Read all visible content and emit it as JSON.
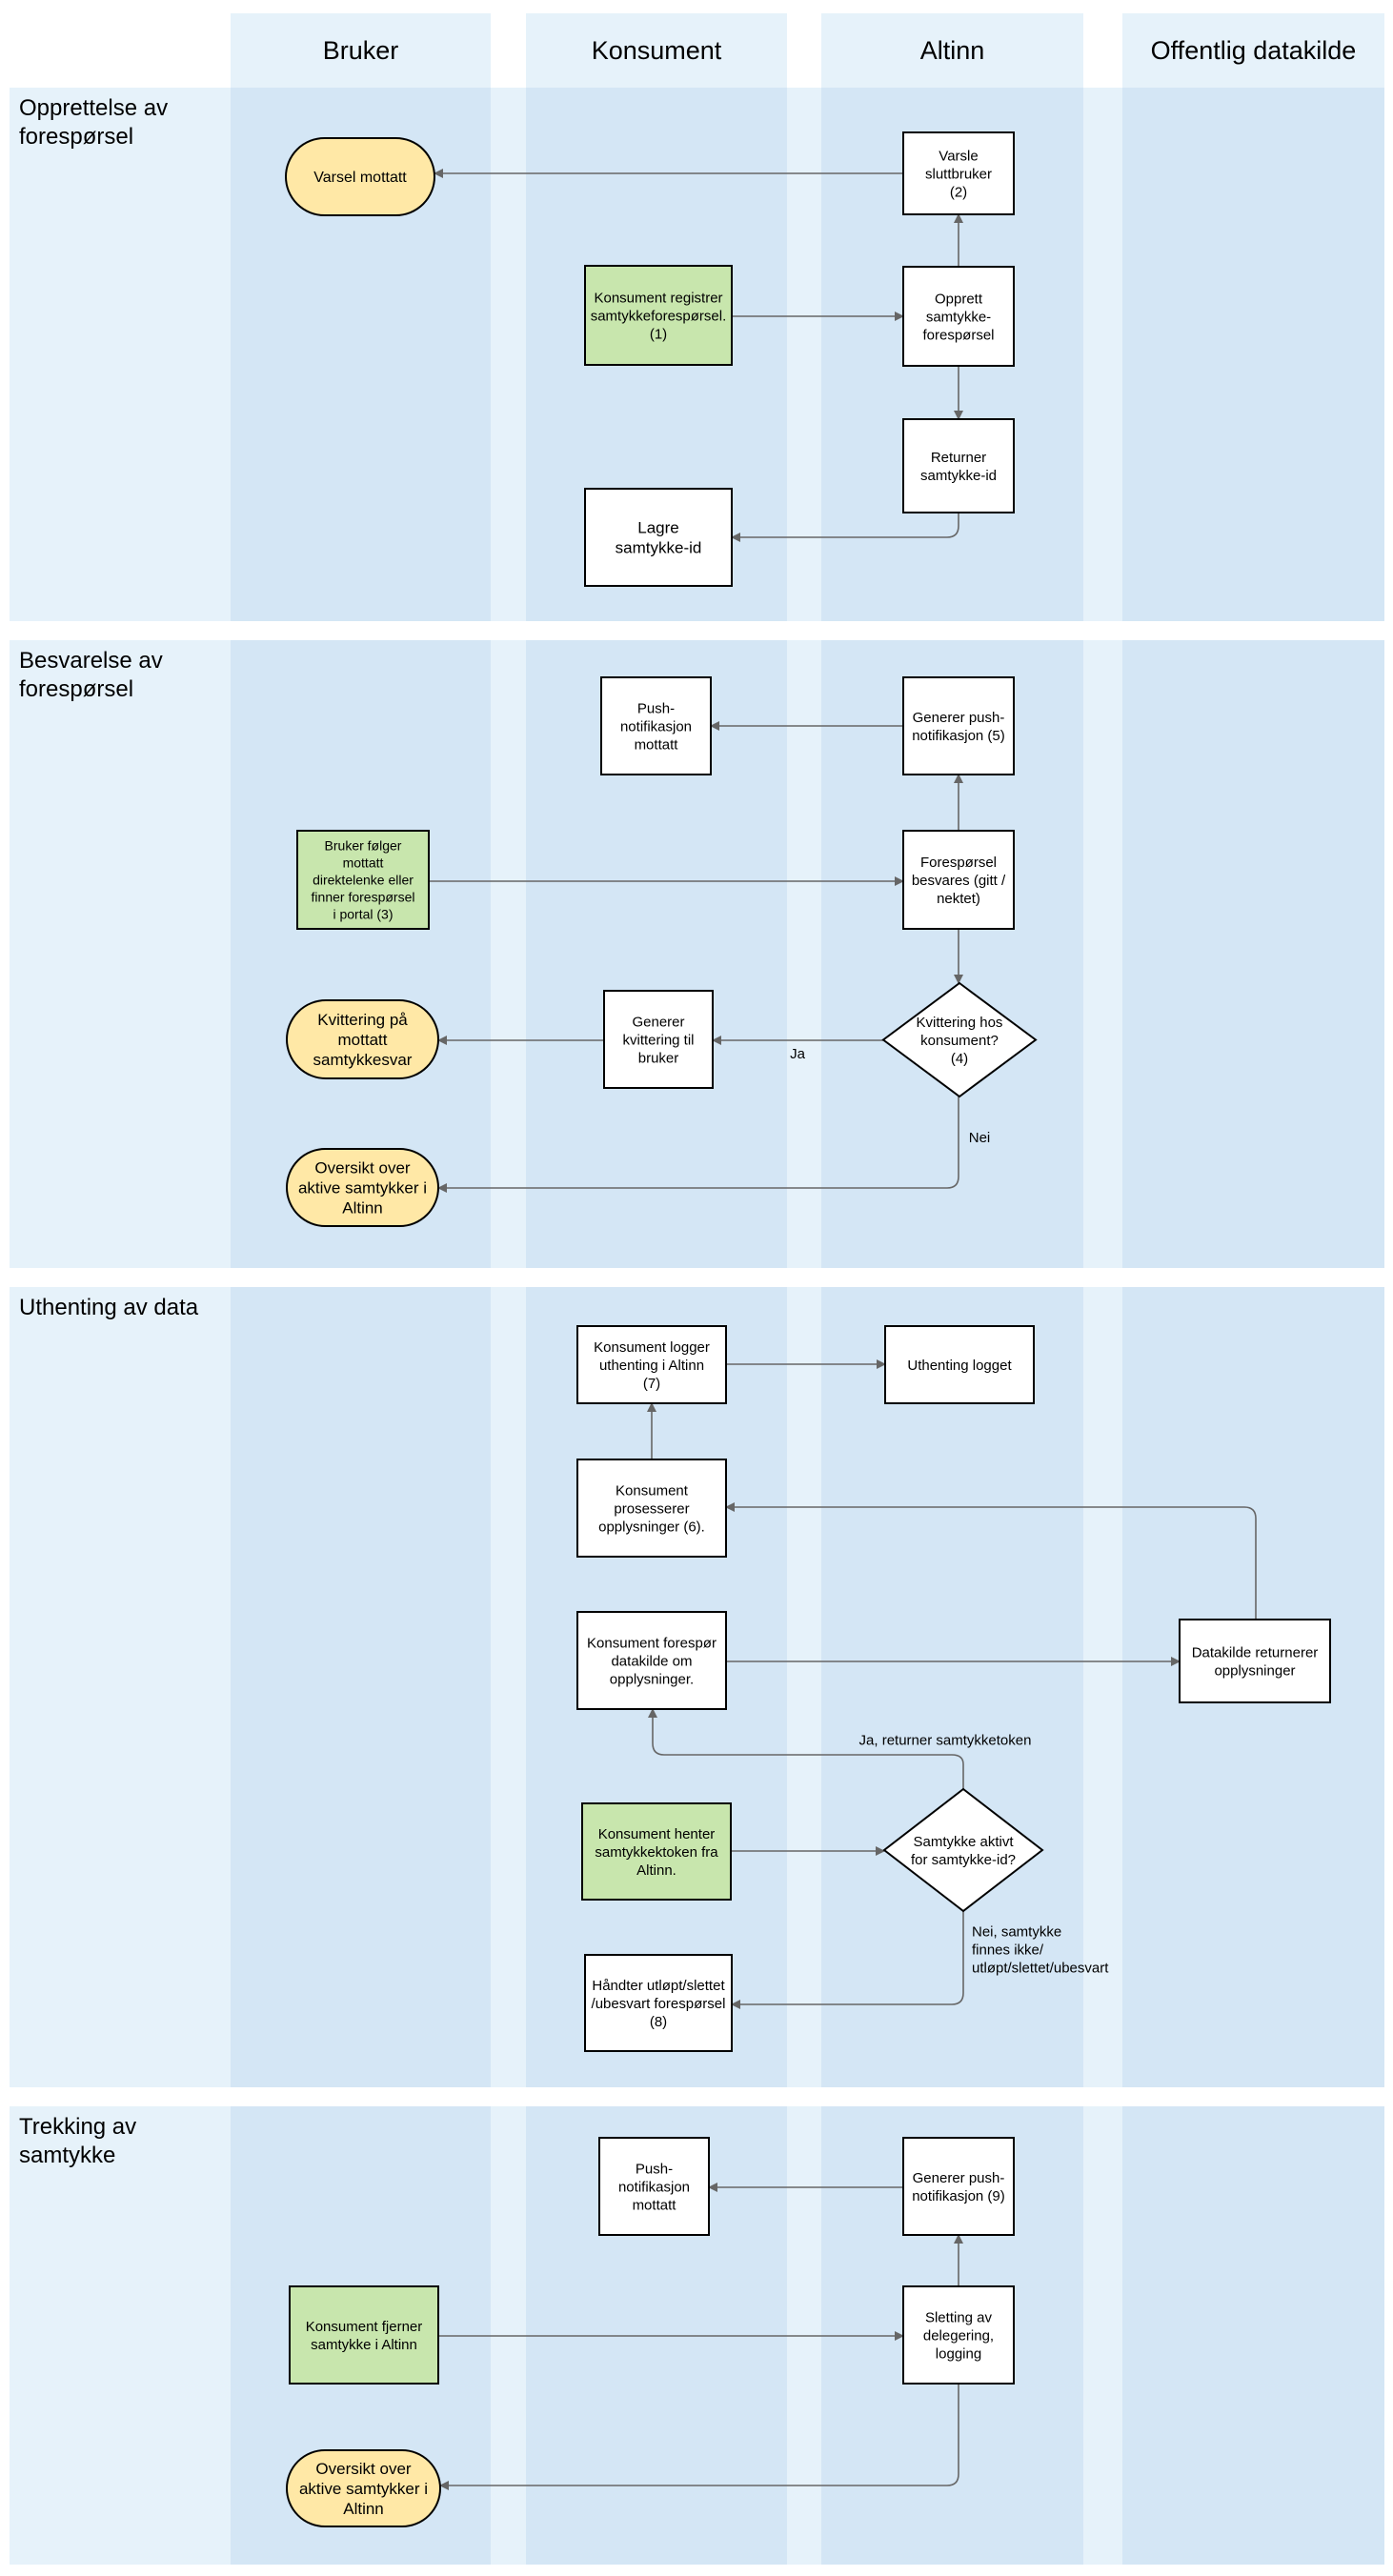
{
  "colors": {
    "lane": "#d4e6f5",
    "phase_header": "#e6f2fa",
    "lane_header": "#e6f2fa",
    "page": "#ffffff",
    "process": "#ffffff",
    "action_green": "#c8e6ad",
    "terminal_yellow": "#ffe8a6",
    "stroke": "#000000",
    "connector": "#666666"
  },
  "lanes": [
    "Bruker",
    "Konsument",
    "Altinn",
    "Offentlig datakilde"
  ],
  "phases": [
    {
      "title": [
        "Opprettelse av",
        "forespørsel"
      ]
    },
    {
      "title": [
        "Besvarelse av",
        "forespørsel"
      ]
    },
    {
      "title": [
        "Uthenting av data"
      ]
    },
    {
      "title": [
        "Trekking av",
        "samtykke"
      ]
    }
  ],
  "nodes": {
    "varsel_mottatt": [
      "Varsel mottatt"
    ],
    "varsle_sluttbruker": [
      "Varsle",
      "sluttbruker",
      "(2)"
    ],
    "konsument_registrer": [
      "Konsument registrer",
      "samtykkeforespørsel.",
      "(1)"
    ],
    "opprett_forespørsel": [
      "Opprett",
      "samtykke-",
      "forespørsel"
    ],
    "returner_id": [
      "Returner",
      "samtykke-id"
    ],
    "lagre_id": [
      "Lagre",
      "samtykke-id"
    ],
    "push_mottatt_1": [
      "Push-",
      "notifikasjon",
      "mottatt"
    ],
    "generer_push_5": [
      "Generer push-",
      "notifikasjon (5)"
    ],
    "bruker_følger": [
      "Bruker følger",
      "mottatt",
      "direktelenke eller",
      "finner forespørsel",
      "i portal (3)"
    ],
    "forespørsel_besvares": [
      "Forespørsel",
      "besvares (gitt /",
      "nektet)"
    ],
    "kvittering_mottatt": [
      "Kvittering på",
      "mottatt",
      "samtykkesvar"
    ],
    "generer_kvittering": [
      "Generer",
      "kvittering til",
      "bruker"
    ],
    "kvittering_hos_konsument": [
      "Kvittering hos",
      "konsument?",
      "(4)"
    ],
    "oversikt_1": [
      "Oversikt over",
      "aktive samtykker i",
      "Altinn"
    ],
    "konsument_logger": [
      "Konsument logger",
      "uthenting i Altinn",
      "(7)"
    ],
    "uthenting_logget": [
      "Uthenting logget"
    ],
    "konsument_prosesserer": [
      "Konsument",
      "prosesserer",
      "opplysninger (6)."
    ],
    "konsument_forespør": [
      "Konsument forespør",
      "datakilde om",
      "opplysninger."
    ],
    "datakilde_returnerer": [
      "Datakilde returnerer",
      "opplysninger"
    ],
    "konsument_henter": [
      "Konsument henter",
      "samtykkektoken fra",
      "Altinn."
    ],
    "samtykke_aktivt": [
      "Samtykke aktivt",
      "for samtykke-id?"
    ],
    "håndter_utløpt": [
      "Håndter utløpt/slettet",
      "/ubesvart forespørsel",
      "(8)"
    ],
    "push_mottatt_2": [
      "Push-",
      "notifikasjon",
      "mottatt"
    ],
    "generer_push_9": [
      "Generer push-",
      "notifikasjon (9)"
    ],
    "konsument_fjerner": [
      "Konsument fjerner",
      "samtykke i Altinn"
    ],
    "sletting": [
      "Sletting av",
      "delegering,",
      "logging"
    ],
    "oversikt_2": [
      "Oversikt over",
      "aktive samtykker i",
      "Altinn"
    ]
  },
  "edge_labels": {
    "ja": [
      "Ja"
    ],
    "nei": [
      "Nei"
    ],
    "ja_returner": [
      "Ja, returner samtykketoken"
    ],
    "nei_samtykke": [
      "Nei, samtykke",
      "finnes ikke/",
      "utløpt/slettet/ubesvart"
    ]
  }
}
